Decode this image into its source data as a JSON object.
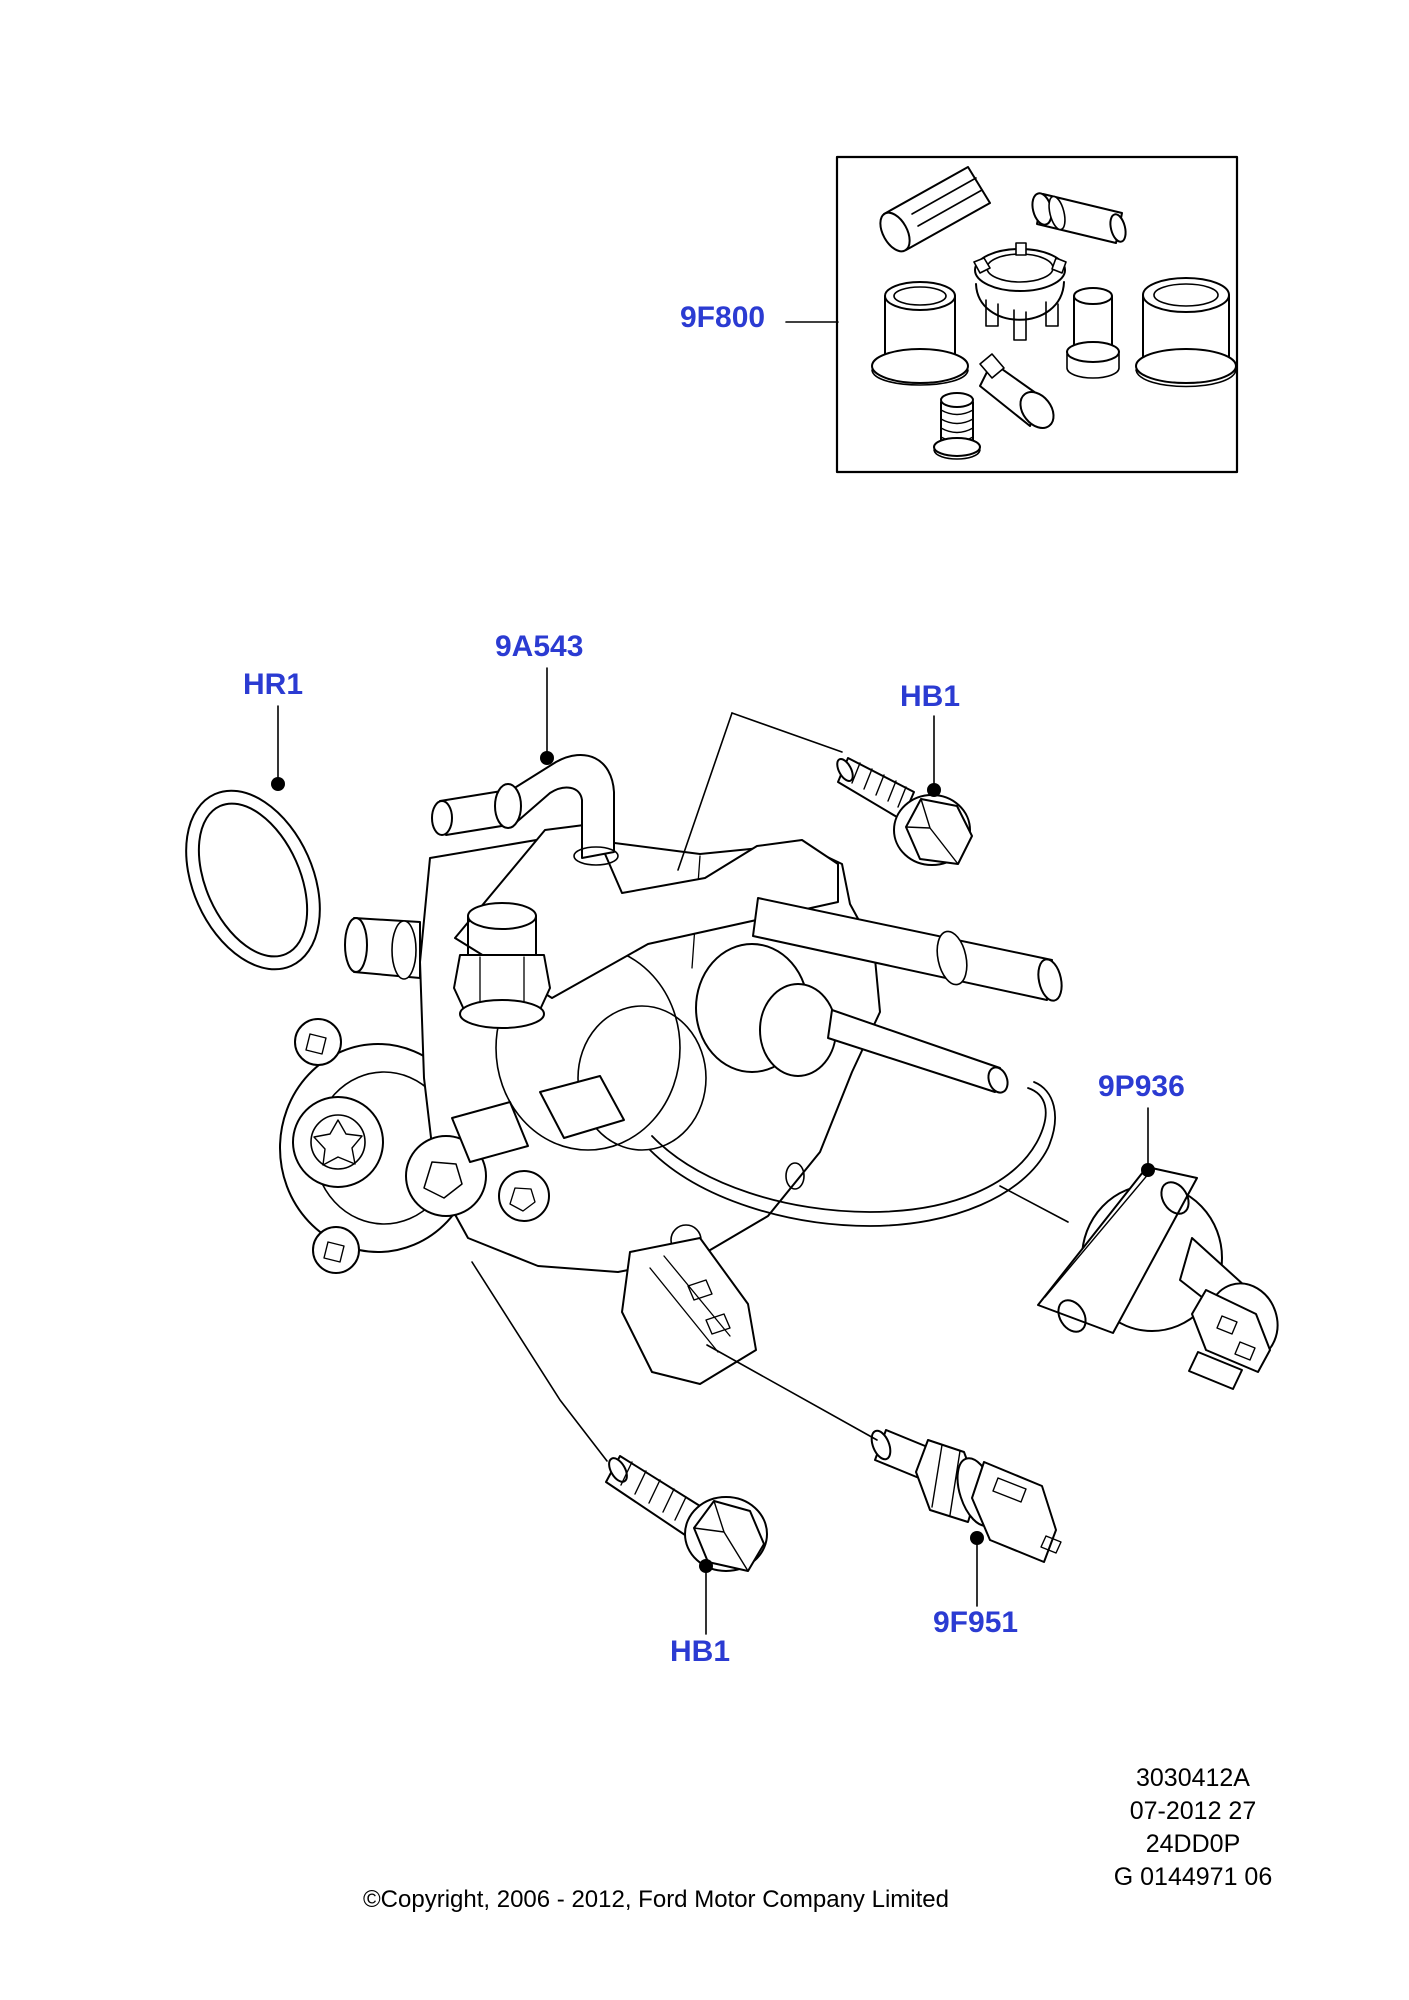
{
  "labels": {
    "kit": "9F800",
    "oring": "HR1",
    "pump": "9A543",
    "bolt_top": "HB1",
    "valve": "9P936",
    "sensor": "9F951",
    "bolt_bottom": "HB1"
  },
  "ref_block": {
    "line1": "3030412A",
    "line2": "07-2012 27",
    "line3": "24DD0P",
    "line4": "G 0144971 06"
  },
  "footer": {
    "copyright": "©Copyright, 2006 - 2012, Ford Motor Company Limited"
  },
  "colors": {
    "label_blue": "#2b3bd2",
    "line_black": "#000000",
    "background": "#ffffff"
  }
}
